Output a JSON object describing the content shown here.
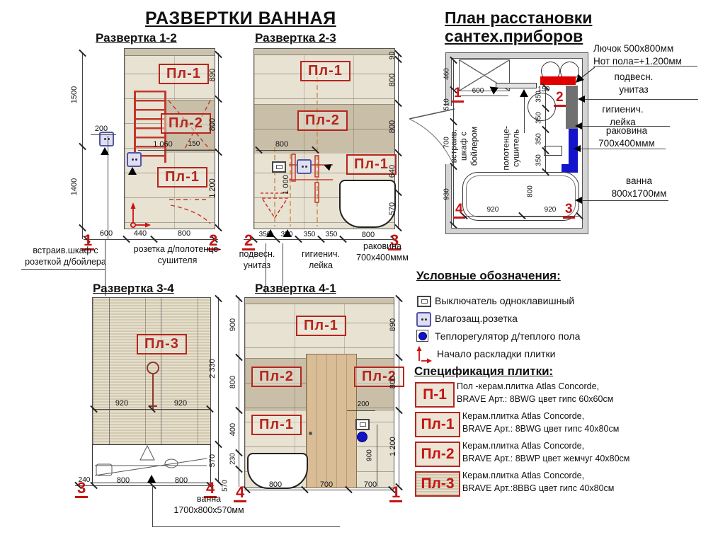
{
  "main_title": "РАЗВЕРТКИ ВАННАЯ",
  "colors": {
    "annotation_red": "#c41414",
    "tile_light": "#e8e2d3",
    "tile_dark": "#c9bfa9",
    "dash_orange": "#c8823c",
    "thermostat_blue": "#1212cc",
    "sink_blue": "#1414cc",
    "hatch_red": "#e00000"
  },
  "elev12": {
    "title": "Развертка 1-2",
    "num_left": "1",
    "num_right": "2",
    "label_top": "Пл-1",
    "label_mid": "Пл-2",
    "label_bottom": "Пл-1",
    "dim_1500": "1500",
    "dim_1400": "1400",
    "dim_200": "200",
    "dim_890": "890",
    "dim_800": "800",
    "dim_1200": "1 200",
    "dim_1060": "1 060",
    "dim_150": "150",
    "dim_b1": "600",
    "dim_b2": "440",
    "dim_b3": "800",
    "note_left": "встраив.шкаф с\nрозеткой д/бойлера",
    "note_right": "розетка д/полотенце-\nсушителя"
  },
  "elev23": {
    "title": "Развертка 2-3",
    "num_left": "2",
    "num_right": "3",
    "label_top": "Пл-1",
    "label_mid": "Пл-2",
    "label_right": "Пл-1",
    "dim_r1": "90",
    "dim_r2": "800",
    "dim_r3": "800",
    "dim_r4": "640",
    "dim_r5": "570",
    "dim_800i": "800",
    "dim_1000": "1 000",
    "dim_b1": "350",
    "dim_b2": "350",
    "dim_b3": "350",
    "dim_b4": "350",
    "dim_b5": "800",
    "note_toilet": "подвесн.\nунитаз",
    "note_shower": "гигиенич.\nлейка",
    "note_sink": "раковина\n700x400ммм"
  },
  "plan": {
    "title": "План расстановки\nсантех.приборов",
    "num_tl": "1",
    "num_tr": "2",
    "num_br": "3",
    "num_bl": "4",
    "dim_460": "460",
    "dim_510": "510",
    "dim_700": "700",
    "dim_930": "930",
    "dim_600": "600",
    "dim_150": "150",
    "dim_350a": "350",
    "dim_350b": "350",
    "dim_350c": "350",
    "dim_350d": "350",
    "dim_800": "800",
    "dim_920a": "920",
    "dim_920b": "920",
    "text_cabinet": "встраив.\nшкаф с\nбойлером",
    "text_towel": "полотенце-\nсушитель",
    "ann_hatch": "Лючок 500x800мм\nНот  пола=+1.200мм",
    "ann_toilet": "подвесн.\nунитаз",
    "ann_shower": "гигиенич.\nлейка",
    "ann_sink": "раковина\n700x400ммм",
    "ann_bath": "ванна\n800x1700мм"
  },
  "legend": {
    "title": "Условные обозначения:",
    "item1": "Выключатель одноклавишный",
    "item2": "Влагозащ.розетка",
    "item3": "Теплорегулятор д/теплого пола",
    "item4": "Начало раскладки плитки"
  },
  "spec": {
    "title": "Спецификация  плитки:",
    "items": [
      {
        "code": "П-1",
        "desc": "Пол -керам.плитка Atlas Concorde,\nBRAVE Арт.: 8BWG цвет гипс 60x60см"
      },
      {
        "code": "Пл-1",
        "desc": "Керам.плитка Atlas Concorde,\nBRAVE Арт.: 8BWG цвет гипс 40x80см"
      },
      {
        "code": "Пл-2",
        "desc": "Керам.плитка Atlas Concorde,\nBRAVE Арт.:  8BWP  цвет жемчуг 40x80см"
      },
      {
        "code": "Пл-3",
        "desc": "Керам.плитка Atlas Concorde,\nBRAVE Арт.:8BBG  цвет гипс 40x80см"
      }
    ]
  },
  "elev34": {
    "title": "Развертка 3-4",
    "num_left": "3",
    "num_right": "4",
    "label": "Пл-3",
    "dim_2330": "2 330",
    "dim_570": "570",
    "dim_920a": "920",
    "dim_920b": "920",
    "dim_b1": "240",
    "dim_b2": "800",
    "dim_b3": "800",
    "note_bath": "ванна\n1700x800x570мм"
  },
  "elev41": {
    "title": "Развертка 4-1",
    "num_left": "4",
    "num_right": "1",
    "label_top": "Пл-1",
    "label_left": "Пл-2",
    "label_right": "Пл-2",
    "label_bl": "Пл-1",
    "dim_l1": "900",
    "dim_l2": "800",
    "dim_l3": "400",
    "dim_l4": "230",
    "dim_l5": "570",
    "dim_r1": "890",
    "dim_r2": "800",
    "dim_r3": "1 200",
    "dim_200": "200",
    "dim_900": "900",
    "dim_b1": "800",
    "dim_b2": "700",
    "dim_b3": "700"
  }
}
